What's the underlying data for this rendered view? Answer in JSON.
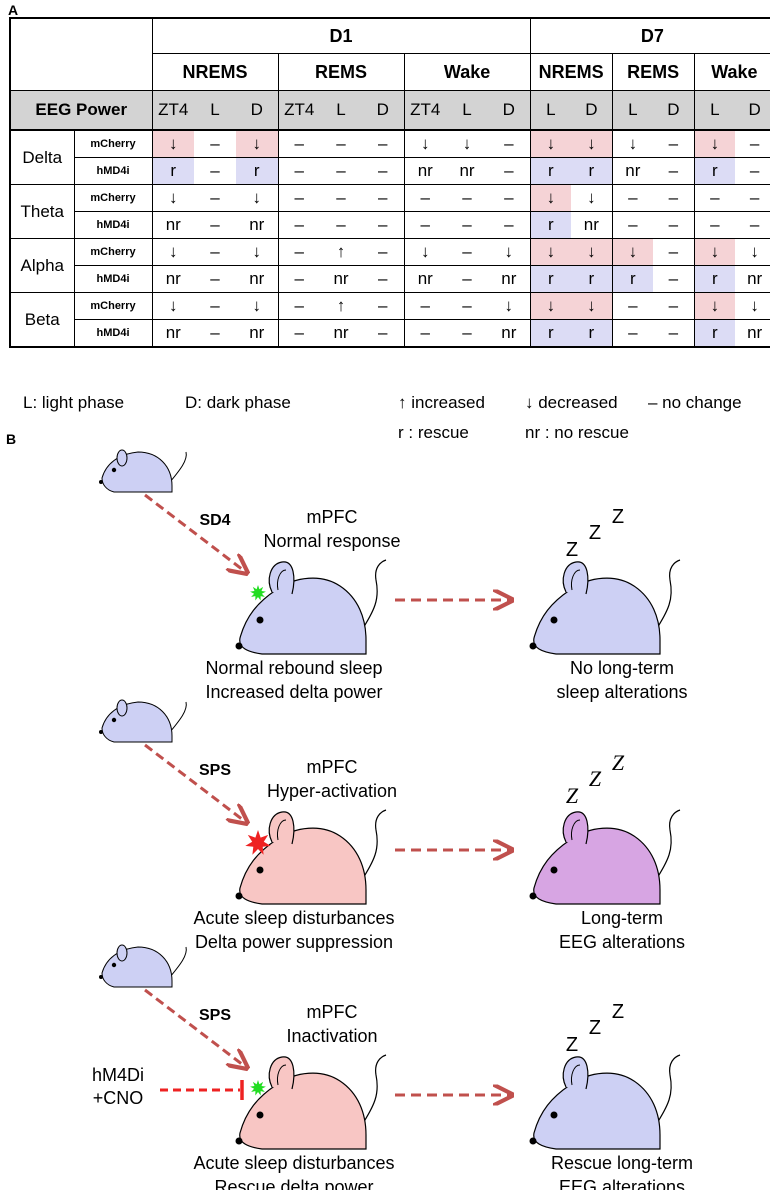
{
  "panel_a": {
    "label": "A",
    "header": {
      "days": [
        "D1",
        "D7"
      ],
      "d1_states": [
        "NREMS",
        "REMS",
        "Wake"
      ],
      "d7_states": [
        "NREMS",
        "REMS",
        "Wake"
      ],
      "eeg_power": "EEG Power",
      "d1_phases": [
        "ZT4",
        "L",
        "D",
        "ZT4",
        "L",
        "D",
        "ZT4",
        "L",
        "D"
      ],
      "d7_phases": [
        "L",
        "D",
        "L",
        "D",
        "L",
        "D"
      ]
    },
    "bands": [
      {
        "name": "Delta",
        "rows": [
          {
            "group": "mCherry",
            "cells": [
              "↓",
              "–",
              "↓",
              "–",
              "–",
              "–",
              "↓",
              "↓",
              "–",
              "↓",
              "↓",
              "↓",
              "–",
              "↓",
              "–"
            ]
          },
          {
            "group": "hMD4i",
            "cells": [
              "r",
              "–",
              "r",
              "–",
              "–",
              "–",
              "nr",
              "nr",
              "–",
              "r",
              "r",
              "nr",
              "–",
              "r",
              "–"
            ]
          }
        ]
      },
      {
        "name": "Theta",
        "rows": [
          {
            "group": "mCherry",
            "cells": [
              "↓",
              "–",
              "↓",
              "–",
              "–",
              "–",
              "–",
              "–",
              "–",
              "↓",
              "↓",
              "–",
              "–",
              "–",
              "–"
            ]
          },
          {
            "group": "hMD4i",
            "cells": [
              "nr",
              "–",
              "nr",
              "–",
              "–",
              "–",
              "–",
              "–",
              "–",
              "r",
              "nr",
              "–",
              "–",
              "–",
              "–"
            ]
          }
        ]
      },
      {
        "name": "Alpha",
        "rows": [
          {
            "group": "mCherry",
            "cells": [
              "↓",
              "–",
              "↓",
              "–",
              "↑",
              "–",
              "↓",
              "–",
              "↓",
              "↓",
              "↓",
              "↓",
              "–",
              "↓",
              "↓"
            ]
          },
          {
            "group": "hMD4i",
            "cells": [
              "nr",
              "–",
              "nr",
              "–",
              "nr",
              "–",
              "nr",
              "–",
              "nr",
              "r",
              "r",
              "r",
              "–",
              "r",
              "nr"
            ]
          }
        ]
      },
      {
        "name": "Beta",
        "rows": [
          {
            "group": "mCherry",
            "cells": [
              "↓",
              "–",
              "↓",
              "–",
              "↑",
              "–",
              "–",
              "–",
              "↓",
              "↓",
              "↓",
              "–",
              "–",
              "↓",
              "↓"
            ]
          },
          {
            "group": "hMD4i",
            "cells": [
              "nr",
              "–",
              "nr",
              "–",
              "nr",
              "–",
              "–",
              "–",
              "nr",
              "r",
              "r",
              "–",
              "–",
              "r",
              "nr"
            ]
          }
        ]
      }
    ],
    "legend": {
      "light": "L: light phase",
      "dark": "D: dark phase",
      "increased": "↑ increased",
      "decreased": "↓ decreased",
      "nochange": "– no change",
      "rescue": "r : rescue",
      "norescue": "nr : no rescue"
    },
    "colors": {
      "pink_highlight": "#f5d3d6",
      "blue_highlight": "#dcdcf5"
    }
  },
  "panel_b": {
    "label": "B",
    "scenarios": [
      {
        "condition": "SD4",
        "region": "mPFC",
        "response": "Normal response",
        "outcome_line1": "Normal rebound sleep",
        "outcome_line2": "Increased delta power",
        "result_line1": "No long-term",
        "result_line2": "sleep alterations",
        "treatment_line1": "",
        "treatment_line2": "",
        "mouse_color": "#cdd0f4",
        "result_mouse_color": "#cdd0f4",
        "marker_color": "#22dd22"
      },
      {
        "condition": "SPS",
        "region": "mPFC",
        "response": "Hyper-activation",
        "outcome_line1": "Acute sleep disturbances",
        "outcome_line2": "Delta power suppression",
        "result_line1": "Long-term",
        "result_line2": "EEG alterations",
        "treatment_line1": "",
        "treatment_line2": "",
        "mouse_color": "#f8c6c4",
        "result_mouse_color": "#d7a5e3",
        "marker_color": "#ee2222"
      },
      {
        "condition": "SPS",
        "region": "mPFC",
        "response": "Inactivation",
        "outcome_line1": "Acute sleep disturbances",
        "outcome_line2": "Rescue delta power",
        "result_line1": "Rescue long-term",
        "result_line2": "EEG alterations",
        "treatment_line1": "hM4Di",
        "treatment_line2": "+CNO",
        "mouse_color": "#f8c6c4",
        "result_mouse_color": "#cdd0f4",
        "marker_color": "#22dd22"
      }
    ],
    "sleep_z": "Z",
    "colors": {
      "arrow": "#c0504d",
      "inhibit": "#ee2222",
      "small_mouse": "#cdd0f4"
    }
  }
}
